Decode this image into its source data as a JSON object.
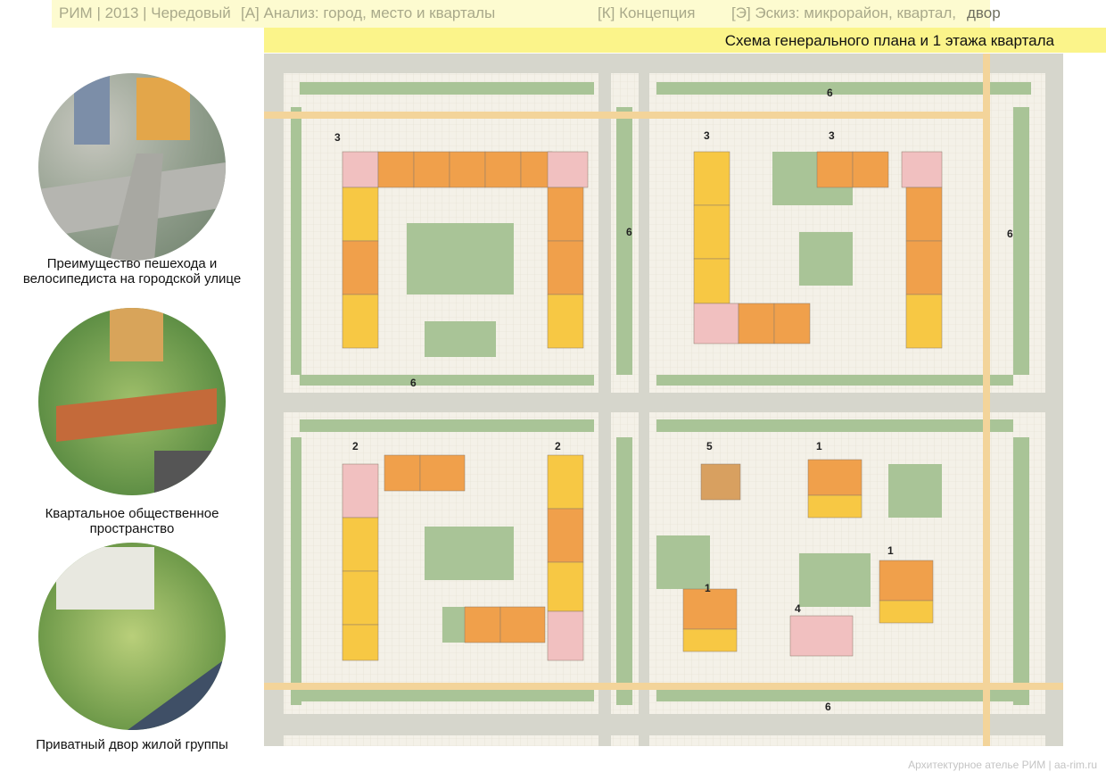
{
  "header": {
    "nav": [
      "РИМ | 2013 | Чередовый",
      "[А] Анализ: город, место и кварталы",
      "[К] Концепция",
      "[Э] Эскиз: микрорайон, квартал,",
      "двор"
    ],
    "title": "Схема генерального плана и 1 этажа квартала"
  },
  "sidebar": {
    "captions": [
      "Преимущество пешехода и велосипедиста на городской улице",
      "Квартальное общественное пространство",
      "Приватный двор жилой группы"
    ]
  },
  "plan": {
    "labels": [
      "6",
      "6",
      "6",
      "6",
      "6",
      "3",
      "3",
      "3",
      "2",
      "2",
      "5",
      "1",
      "1",
      "1",
      "4"
    ]
  },
  "footer": "Архитектурное ателье РИМ | aa-rim.ru",
  "colors": {
    "road": "#d6d6cc",
    "green": "#a9c497",
    "pavement": "#f2efe6",
    "orange": "#f0a04b",
    "yellow": "#f7c844",
    "pink": "#f1c0c0",
    "path": "#f3d49a"
  }
}
